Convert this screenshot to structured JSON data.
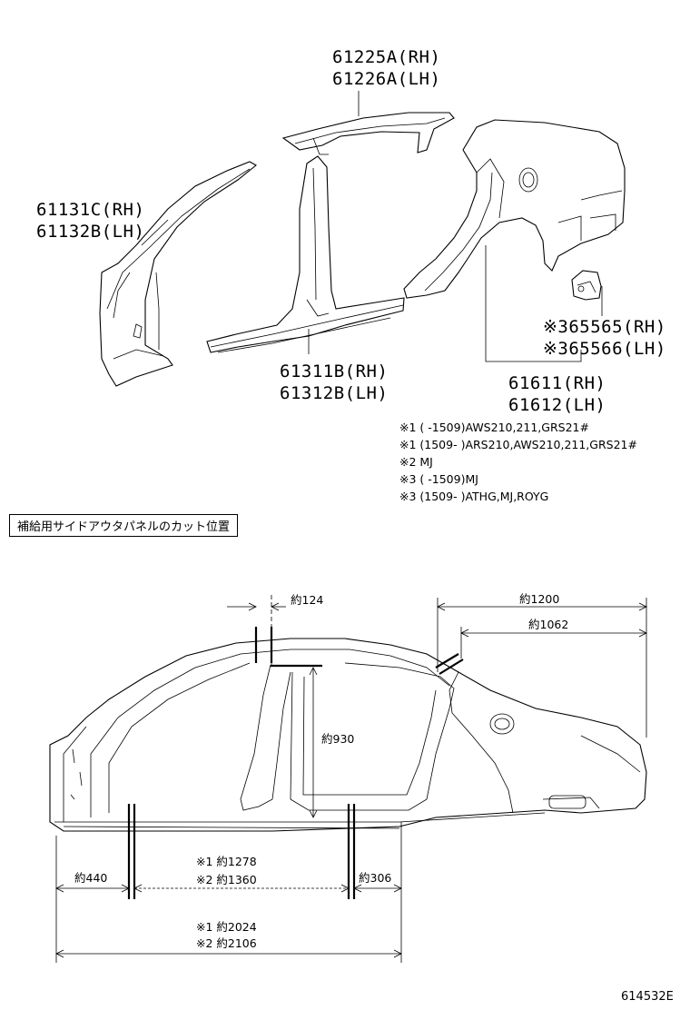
{
  "upper": {
    "part_roof": [
      "61225A(RH)",
      "61226A(LH)"
    ],
    "part_pillar_a": [
      "61131C(RH)",
      "61132B(LH)"
    ],
    "part_pillar_b": [
      "61311B(RH)",
      "61312B(LH)"
    ],
    "part_extension": [
      "※365565(RH)",
      "※365566(LH)"
    ],
    "part_quarter": [
      "61611(RH)",
      "61612(LH)"
    ],
    "notes": [
      "※1 (      -1509)AWS210,211,GRS21#",
      "※1 (1509-        )ARS210,AWS210,211,GRS21#",
      "※2 MJ",
      "※3 (      -1509)MJ",
      "※3 (1509-      )ATHG,MJ,ROYG"
    ]
  },
  "section_title": "補給用サイドアウタパネルのカット位置",
  "dimensions": {
    "d124": "約124",
    "d1200": "約1200",
    "d1062": "約1062",
    "d930": "約930",
    "d440": "約440",
    "d306": "約306",
    "mid_1": "※1 約1278",
    "mid_2": "※2 約1360",
    "total_1": "※1 約2024",
    "total_2": "※2 約2106"
  },
  "figure_id": "614532E"
}
